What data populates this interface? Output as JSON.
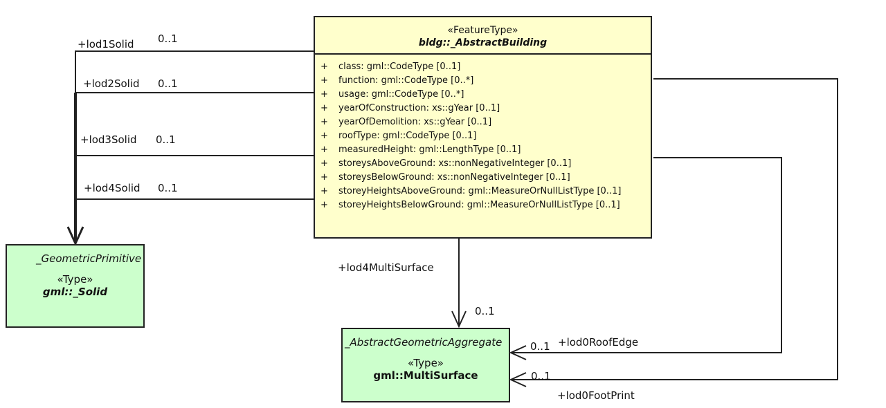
{
  "classes": {
    "building": {
      "stereotype": "«FeatureType»",
      "name": "bldg::_AbstractBuilding",
      "attributes": [
        {
          "vis": "+",
          "text": "class: gml::CodeType [0..1]"
        },
        {
          "vis": "+",
          "text": "function: gml::CodeType [0..*]"
        },
        {
          "vis": "+",
          "text": "usage: gml::CodeType [0..*]"
        },
        {
          "vis": "+",
          "text": "yearOfConstruction: xs::gYear [0..1]"
        },
        {
          "vis": "+",
          "text": "yearOfDemolition: xs::gYear [0..1]"
        },
        {
          "vis": "+",
          "text": "roofType: gml::CodeType [0..1]"
        },
        {
          "vis": "+",
          "text": "measuredHeight: gml::LengthType [0..1]"
        },
        {
          "vis": "+",
          "text": "storeysAboveGround: xs::nonNegativeInteger [0..1]"
        },
        {
          "vis": "+",
          "text": "storeysBelowGround: xs::nonNegativeInteger [0..1]"
        },
        {
          "vis": "+",
          "text": "storeyHeightsAboveGround: gml::MeasureOrNullListType [0..1]"
        },
        {
          "vis": "+",
          "text": "storeyHeightsBelowGround: gml::MeasureOrNullListType [0..1]"
        }
      ]
    },
    "solid": {
      "parent": "_GeometricPrimitive",
      "stereotype": "«Type»",
      "name": "gml::_Solid"
    },
    "multisurface": {
      "parent": "_AbstractGeometricAggregate",
      "stereotype": "«Type»",
      "name": "gml::MultiSurface"
    }
  },
  "associations": {
    "lod1": {
      "role": "+lod1Solid",
      "mult": "0..1"
    },
    "lod2": {
      "role": "+lod2Solid",
      "mult": "0..1"
    },
    "lod3": {
      "role": "+lod3Solid",
      "mult": "0..1"
    },
    "lod4": {
      "role": "+lod4Solid",
      "mult": "0..1"
    },
    "lod4ms": {
      "role": "+lod4MultiSurface",
      "mult": "0..1"
    },
    "lod0roof": {
      "role": "+lod0RoofEdge",
      "mult": "0..1"
    },
    "lod0foot": {
      "role": "+lod0FootPrint",
      "mult": "0..1"
    }
  },
  "colors": {
    "feature_type": "#ffffcc",
    "type": "#ccffcc",
    "line": "#222222"
  }
}
